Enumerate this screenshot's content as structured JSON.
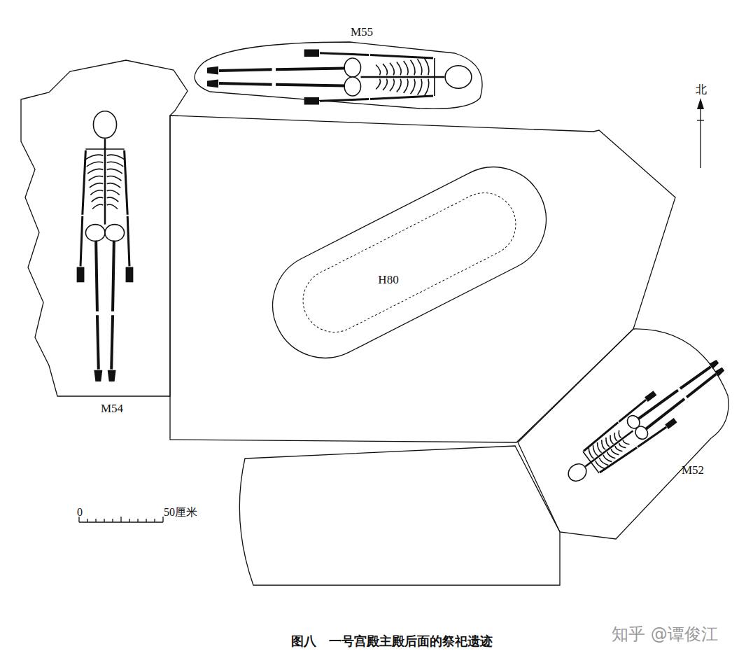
{
  "diagram": {
    "caption": "图八　一号宫殿主殿后面的祭祀遗迹",
    "nodes": [
      {
        "text": [
          "M55"
        ]
      },
      {
        "text": [
          "M54"
        ]
      },
      {
        "text": [
          "H80"
        ]
      },
      {
        "text": [
          "M52"
        ]
      }
    ],
    "edges": [],
    "labels": [
      "北",
      "0",
      "50厘米",
      "知乎 @谭俊江"
    ]
  }
}
